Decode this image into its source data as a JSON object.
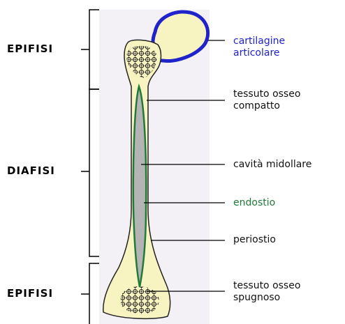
{
  "sections": {
    "top": "EPIFISI",
    "middle": "DIAFISI",
    "bottom": "EPIFISI"
  },
  "labels": {
    "cartilage_line1": "cartilagine",
    "cartilage_line2": "articolare",
    "compact_line1": "tessuto osseo",
    "compact_line2": "compatto",
    "medullary": "cavità midollare",
    "endosteum": "endostio",
    "periosteum": "periostio",
    "spongy_line1": "tessuto osseo",
    "spongy_line2": "spugnoso"
  },
  "colors": {
    "background_panel": "#f3f1f6",
    "bone": "#f8f4c2",
    "bone_outline": "#222222",
    "cartilage": "#1f23c9",
    "endosteum": "#217a3a",
    "marrow": "#b4b4b4",
    "spongy": "#1a1a1a",
    "cartilage_label": "#1f23c9",
    "endosteum_label": "#217a3a"
  }
}
